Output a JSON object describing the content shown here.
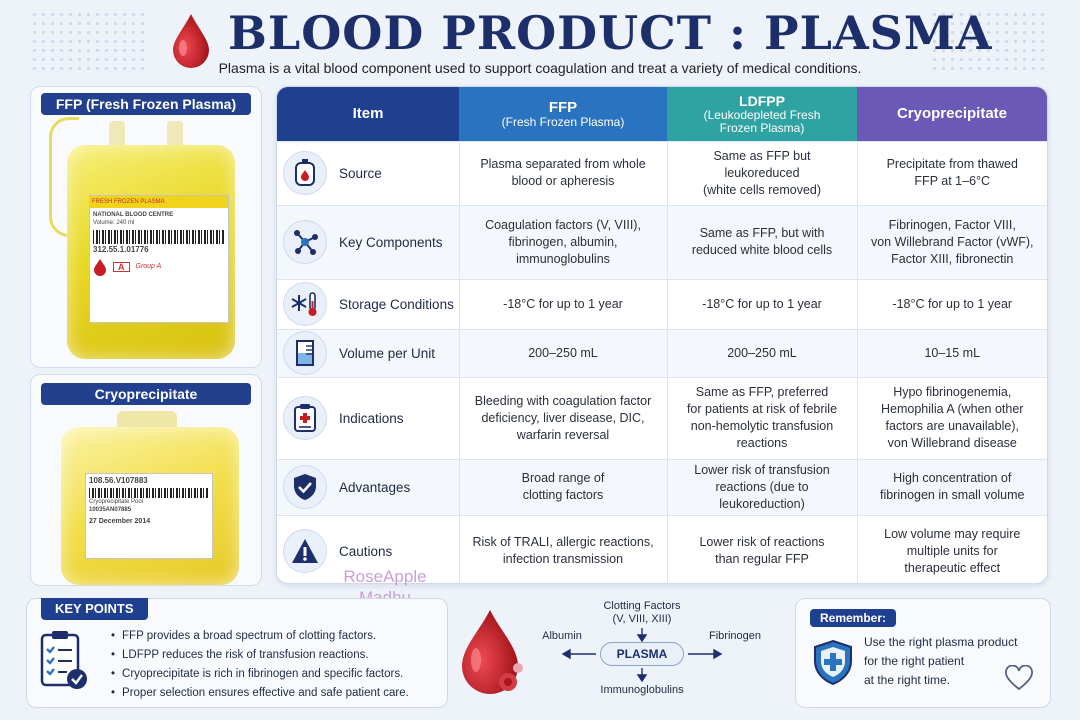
{
  "header": {
    "title": "BLOOD PRODUCT : PLASMA",
    "subtitle": "Plasma is a vital blood component used to support coagulation and treat a variety of medical conditions."
  },
  "side": {
    "ffp_tag": "FFP (Fresh Frozen Plasma)",
    "cryo_tag": "Cryoprecipitate",
    "ffp_label": {
      "band": "FRESH FROZEN PLASMA",
      "centre": "NATIONAL BLOOD CENTRE",
      "code": "312.55.1.01776",
      "volume": "Volume: 240 ml",
      "group": "A",
      "handwriting": "Group A"
    },
    "cryo_label": {
      "code": "108.56.V107883",
      "product": "Cryoprecipitate Pool",
      "code2": "10035AN07885",
      "date": "27 December 2014"
    }
  },
  "table": {
    "headers": [
      {
        "label": "Item",
        "sub": ""
      },
      {
        "label": "FFP",
        "sub": "(Fresh Frozen Plasma)"
      },
      {
        "label": "LDFPP",
        "sub": "(Leukodepleted Fresh\nFrozen Plasma)"
      },
      {
        "label": "Cryoprecipitate",
        "sub": ""
      }
    ],
    "rows": [
      {
        "icon": "blood-bag-icon",
        "item": "Source",
        "ffp": "Plasma separated from whole\nblood or apheresis",
        "ldfpp": "Same as FFP but\nleukoreduced\n(white cells removed)",
        "cryo": "Precipitate from thawed\nFFP at 1–6°C"
      },
      {
        "icon": "molecule-icon",
        "item": "Key Components",
        "ffp": "Coagulation factors (V, VIII),\nfibrinogen, albumin,\nimmunoglobulins",
        "ldfpp": "Same as FFP, but with\nreduced white blood cells",
        "cryo": "Fibrinogen, Factor VIII,\nvon Willebrand Factor (vWF),\nFactor XIII, fibronectin"
      },
      {
        "icon": "snowflake-thermometer-icon",
        "item": "Storage Conditions",
        "ffp": "-18°C for up to 1 year",
        "ldfpp": "-18°C for up to 1 year",
        "cryo": "-18°C for up to 1 year"
      },
      {
        "icon": "beaker-icon",
        "item": "Volume per Unit",
        "ffp": "200–250 mL",
        "ldfpp": "200–250 mL",
        "cryo": "10–15 mL"
      },
      {
        "icon": "clipboard-plus-icon",
        "item": "Indications",
        "ffp": "Bleeding with coagulation factor\ndeficiency, liver disease, DIC,\nwarfarin reversal",
        "ldfpp": "Same as FFP, preferred\nfor patients at risk of febrile\nnon-hemolytic transfusion\nreactions",
        "cryo": "Hypo fibrinogenemia,\nHemophilia A (when other\nfactors are unavailable),\nvon Willebrand disease"
      },
      {
        "icon": "shield-check-icon",
        "item": "Advantages",
        "ffp": "Broad range of\nclotting factors",
        "ldfpp": "Lower risk of transfusion\nreactions (due to leukoreduction)",
        "cryo": "High concentration of\nfibrinogen in small volume"
      },
      {
        "icon": "warning-icon",
        "item": "Cautions",
        "ffp": "Risk of TRALI, allergic reactions,\ninfection transmission",
        "ldfpp": "Lower risk of reactions\nthan regular FFP",
        "cryo": "Low volume may require\nmultiple units for\ntherapeutic effect"
      }
    ]
  },
  "watermark": "RoseApple\nMadhu",
  "key_points": {
    "title": "KEY POINTS",
    "items": [
      "FFP provides a broad spectrum of clotting factors.",
      "LDFPP reduces the risk of transfusion reactions.",
      "Cryoprecipitate is rich in fibrinogen and specific factors.",
      "Proper selection ensures effective and safe patient care."
    ]
  },
  "diagram": {
    "center": "PLASMA",
    "top": "Clotting Factors\n(V, VIII, XIII)",
    "left": "Albumin",
    "right": "Fibrinogen",
    "bottom": "Immunoglobulins"
  },
  "remember": {
    "title": "Remember:",
    "text": "Use the right plasma product\nfor the right patient\nat the right time."
  },
  "colors": {
    "navy": "#1c2f6b",
    "ffp": "#2a73be",
    "ldfpp": "#2fa3a1",
    "cryo": "#6a59b6",
    "blood": "#c81d25",
    "plasma_yellow": "#e8d824"
  }
}
